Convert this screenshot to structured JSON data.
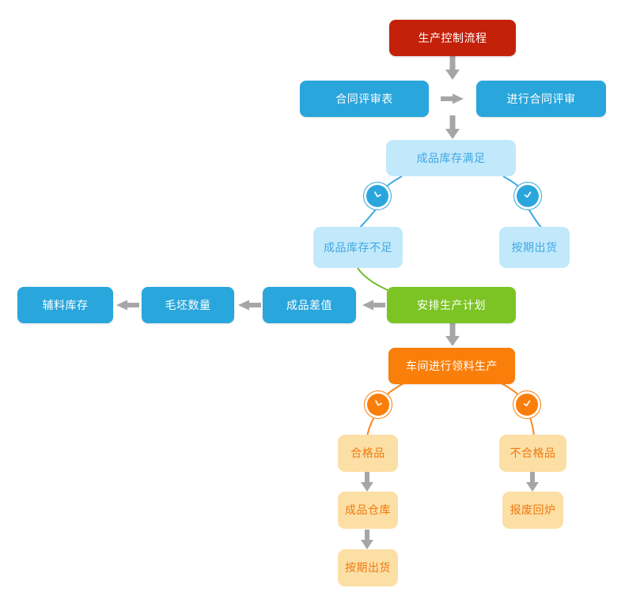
{
  "diagram": {
    "title": "生产控制流程",
    "palette": {
      "red": "#c4210a",
      "blue": "#29a6dc",
      "light_blue": "#c2e8fb",
      "light_blue_text": "#3fa9e3",
      "green": "#7cc424",
      "orange": "#f97e0a",
      "light_orange": "#fcdfa5",
      "light_orange_text": "#ef7a10",
      "arrow_gray": "#a6a6a6",
      "background": "#ffffff"
    },
    "nodes": {
      "root": "生产控制流程",
      "contract_form": "合同评审表",
      "contract_review": "进行合同评审",
      "stock_ok": "成品库存满足",
      "stock_short": "成品库存不足",
      "ship_on_time_top": "按期出货",
      "plan_production": "安排生产计划",
      "product_diff": "成品差值",
      "blank_qty": "毛坯数量",
      "aux_stock": "辅料库存",
      "workshop_pick": "车间进行领料生产",
      "qualified": "合格品",
      "unqualified": "不合格品",
      "finished_warehouse": "成品仓库",
      "scrap_remelt": "报废回炉",
      "ship_on_time_bottom": "按期出货"
    },
    "badges": {
      "stock_left": "branch-left-icon",
      "stock_right": "branch-right-icon",
      "quality_left": "branch-left-icon",
      "quality_right": "branch-right-icon"
    }
  }
}
